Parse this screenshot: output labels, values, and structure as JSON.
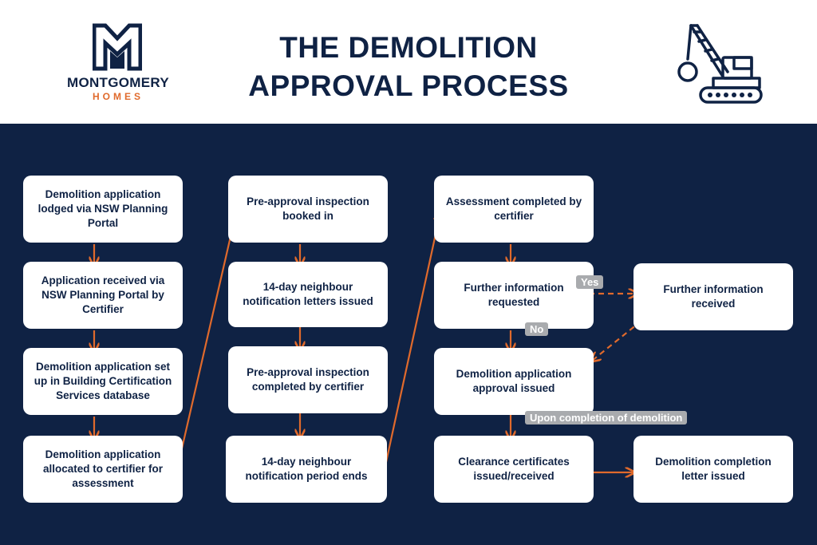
{
  "header": {
    "logo_name": "MONTGOMERY",
    "logo_sub": "HOMES",
    "title_line1": "THE DEMOLITION",
    "title_line2": "APPROVAL PROCESS"
  },
  "colors": {
    "navy": "#0f2244",
    "orange": "#e06a2c",
    "tag_grey": "#a9abae",
    "white": "#ffffff"
  },
  "icons": [
    "montgomery-logo-icon",
    "demolition-crane-icon"
  ],
  "steps": {
    "c1_1": "Demolition application lodged via NSW Planning Portal",
    "c1_2": "Application received via NSW Planning Portal by Certifier",
    "c1_3": "Demolition application set up in Building Certification Services database",
    "c1_4": "Demolition application allocated to certifier for assessment",
    "c2_1": "Pre-approval inspection booked in",
    "c2_2": "14-day neighbour notification letters issued",
    "c2_3": "Pre-approval inspection completed by certifier",
    "c2_4": "14-day neighbour notification period ends",
    "c3_1": "Assessment completed by certifier",
    "c3_2": "Further information requested",
    "c3_3": "Demolition application approval issued",
    "c3_4": "Clearance certificates issued/received",
    "c4_1": "Further information received",
    "c4_2": "Demolition completion letter issued"
  },
  "labels": {
    "yes": "Yes",
    "no": "No",
    "upon_completion": "Upon completion of demolition"
  }
}
